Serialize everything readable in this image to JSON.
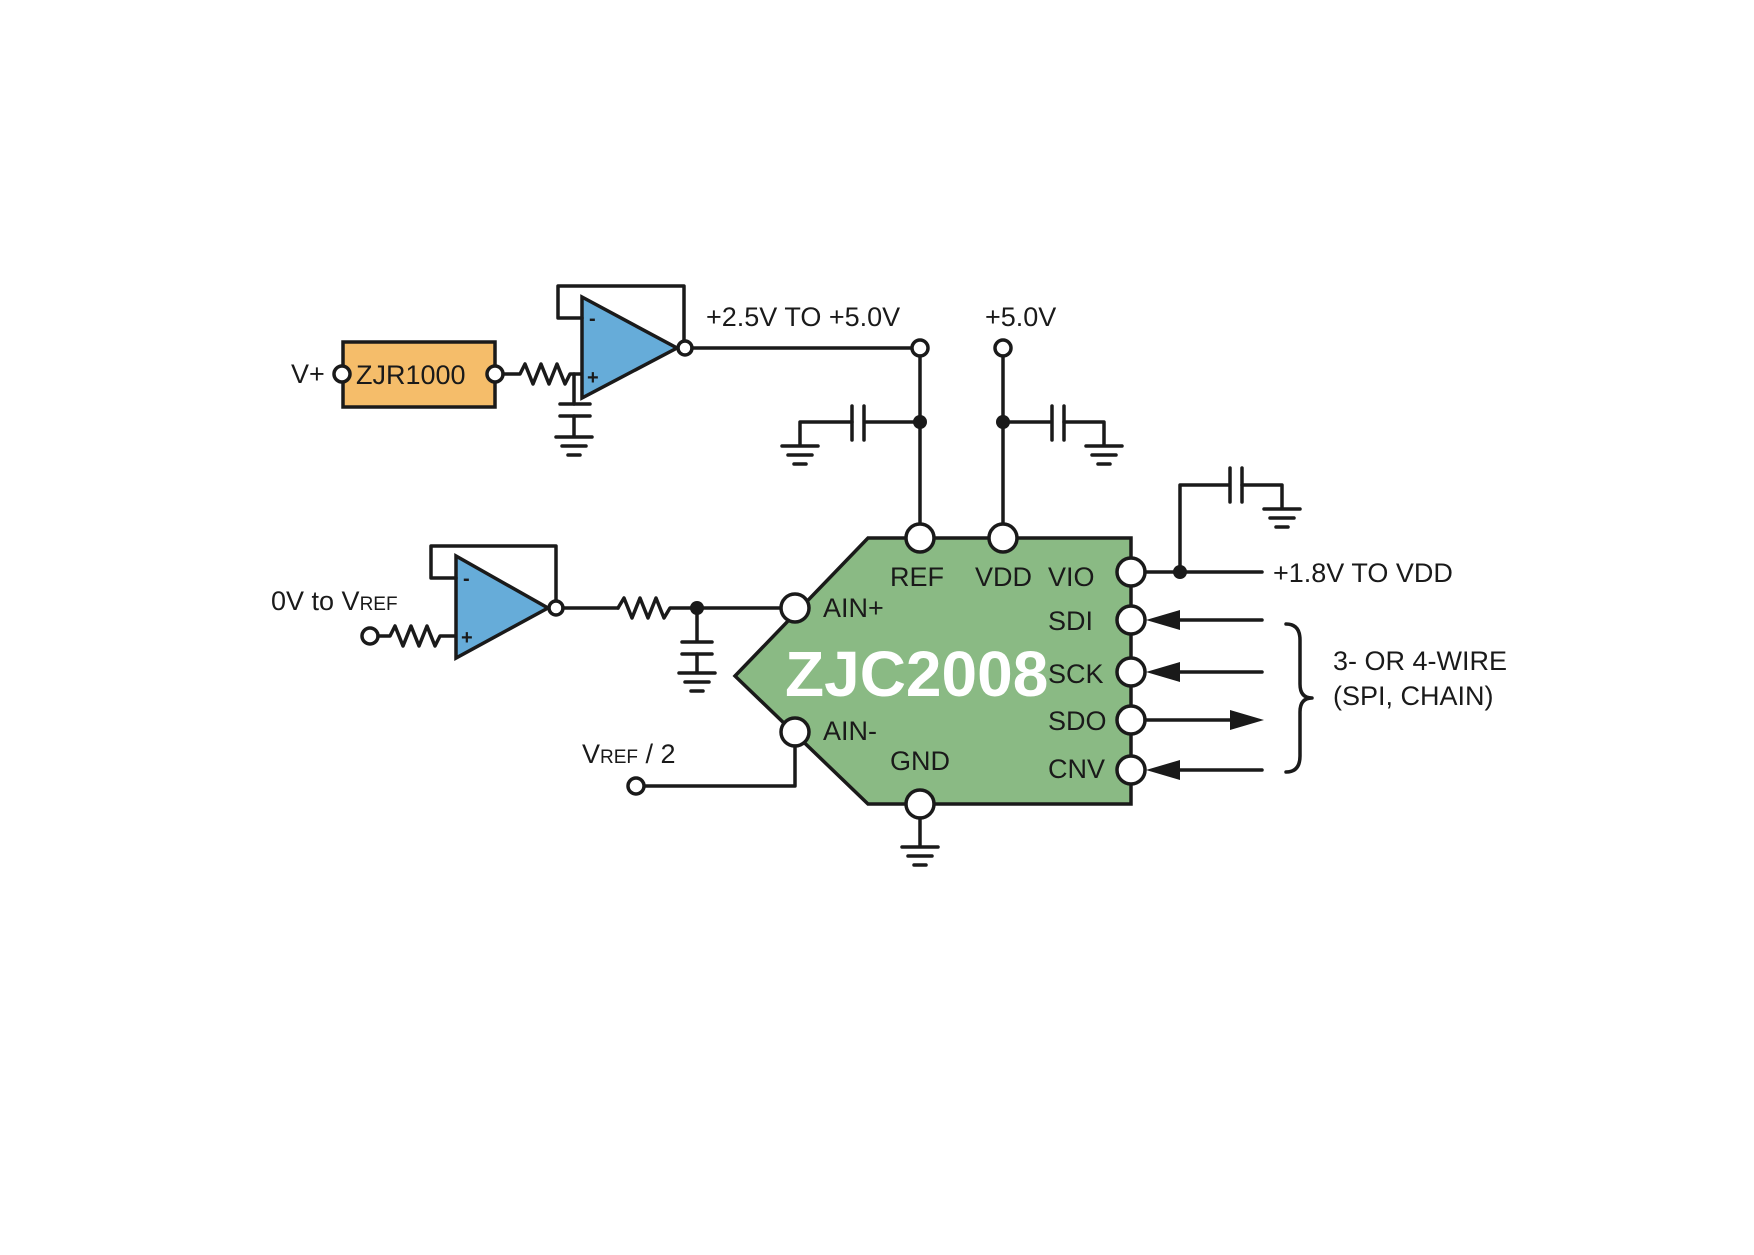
{
  "reference": {
    "name": "ZJR1000",
    "input_label": "V+",
    "fill": "#f5bd6a"
  },
  "adc": {
    "name": "ZJC2008",
    "fill": "#8aba84",
    "pins": {
      "ref": "REF",
      "vdd": "VDD",
      "vio": "VIO",
      "sdi": "SDI",
      "sck": "SCK",
      "sdo": "SDO",
      "cnv": "CNV",
      "ain_pos": "AIN+",
      "ain_neg": "AIN-",
      "gnd": "GND"
    }
  },
  "opamp": {
    "fill": "#66acd9",
    "minus": "-",
    "plus": "+"
  },
  "rails": {
    "ref_supply": "+2.5V TO +5.0V",
    "vdd_supply": "+5.0V",
    "vio_supply": "+1.8V TO VDD"
  },
  "inputs": {
    "ain_pos_range_prefix": "0V to V",
    "ain_pos_range_sub": "REF",
    "ain_neg_prefix": "V",
    "ain_neg_sub": "REF",
    "ain_neg_suffix": " / 2"
  },
  "interface": {
    "line1": "3- OR 4-WIRE",
    "line2": "(SPI,  CHAIN)"
  }
}
